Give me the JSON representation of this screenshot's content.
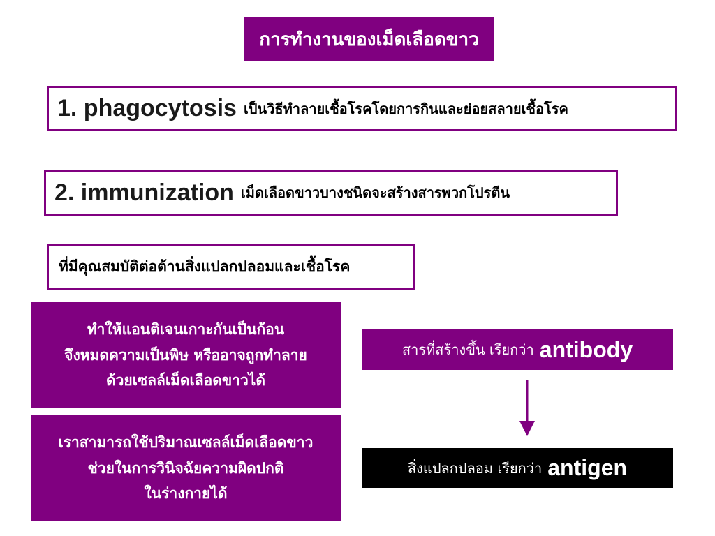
{
  "title": "การทำงานของเม็ดเลือดขาว",
  "items": [
    {
      "english": "1. phagocytosis",
      "description": "เป็นวิธีทำลายเชื้อโรคโดยการกินและย่อยสลายเชื้อโรค"
    },
    {
      "english": "2. immunization",
      "description": "เม็ดเลือดขาวบางชนิดจะสร้างสารพวกโปรตีน"
    }
  ],
  "continuation": "ที่มีคุณสมบัติต่อต้านสิ่งแปลกปลอมและเชื้อโรค",
  "antibody_effect": {
    "lines": [
      "ทำให้แอนติเจนเกาะกันเป็นก้อน",
      "จึงหมดความเป็นพิษ หรืออาจถูกทำลาย",
      "ด้วยเซลล์เม็ดเลือดขาวได้"
    ]
  },
  "diagnosis": {
    "lines": [
      "เราสามารถใช้ปริมาณเซลล์เม็ดเลือดขาว",
      "ช่วยในการวินิจฉัยความผิดปกติ",
      "ในร่างกายได้"
    ]
  },
  "antibody_label": {
    "thai": "สารที่สร้างขึ้น เรียกว่า",
    "english": "antibody"
  },
  "antigen_label": {
    "thai": "สิ่งแปลกปลอม เรียกว่า",
    "english": "antigen"
  },
  "colors": {
    "purple": "#800080",
    "black": "#000000",
    "white": "#ffffff"
  }
}
